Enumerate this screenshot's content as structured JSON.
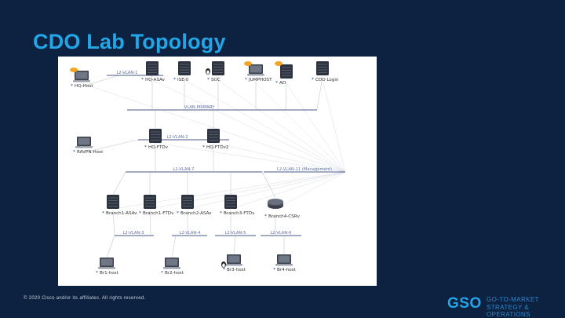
{
  "slide": {
    "title": "CDO Lab Topology",
    "footer": "© 2020 Cisco and/or its affiliates. All rights reserved.",
    "logo": {
      "mark": "GSO",
      "line1": "GO-TO-MARKET",
      "line2": "STRATEGY & OPERATIONS"
    }
  },
  "topology": {
    "nodes": [
      {
        "id": "hq-host",
        "label": "HQ-Host",
        "kind": "laptop",
        "badge": true
      },
      {
        "id": "hq-asav",
        "label": "HQ-ASAv",
        "kind": "server"
      },
      {
        "id": "ise",
        "label": "ISE-0",
        "kind": "server"
      },
      {
        "id": "soc",
        "label": "SOC",
        "kind": "server",
        "linux": true
      },
      {
        "id": "jumphost",
        "label": "JUMPHOST",
        "kind": "laptop",
        "badge": true
      },
      {
        "id": "ad",
        "label": "AD",
        "kind": "server",
        "badge": true
      },
      {
        "id": "cdo-login",
        "label": "CDO Login",
        "kind": "server"
      },
      {
        "id": "hq-ftdv",
        "label": "HQ-FTDv",
        "kind": "server"
      },
      {
        "id": "hq-ftdv2",
        "label": "HQ-FTDv2",
        "kind": "server"
      },
      {
        "id": "ravpn-host",
        "label": "RAVPN-Host",
        "kind": "laptop"
      },
      {
        "id": "branch1-asav",
        "label": "Branch1-ASAv",
        "kind": "server"
      },
      {
        "id": "branch1-ftdv",
        "label": "Branch1-FTDv",
        "kind": "server"
      },
      {
        "id": "branch2-asav",
        "label": "Branch2-ASAv",
        "kind": "server"
      },
      {
        "id": "branch3-ftdv",
        "label": "Branch3-FTDv",
        "kind": "server"
      },
      {
        "id": "branch4-csrv",
        "label": "Branch4-CSRv",
        "kind": "router"
      },
      {
        "id": "br1-host",
        "label": "Br1-host",
        "kind": "laptop"
      },
      {
        "id": "br2-host",
        "label": "Br2-host",
        "kind": "laptop"
      },
      {
        "id": "br3-host",
        "label": "Br3-host",
        "kind": "laptop",
        "linux": true
      },
      {
        "id": "br4-host",
        "label": "Br4-host",
        "kind": "laptop"
      }
    ],
    "buses": [
      {
        "id": "l2-vlan-1",
        "label": "L2-VLAN-1"
      },
      {
        "id": "vlan-primary",
        "label": "VLAN-PRIMARY"
      },
      {
        "id": "l2-vlan-2",
        "label": "L2-VLAN-2"
      },
      {
        "id": "l2-vlan-7",
        "label": "L2-VLAN-7"
      },
      {
        "id": "l2-vlan-11",
        "label": "L2-VLAN-11 (Management)"
      },
      {
        "id": "l2-vlan-3",
        "label": "L2-VLAN-3"
      },
      {
        "id": "l2-vlan-4",
        "label": "L2-VLAN-4"
      },
      {
        "id": "l2-vlan-5",
        "label": "L2-VLAN-5"
      },
      {
        "id": "l2-vlan-6",
        "label": "L2-VLAN-6"
      }
    ]
  }
}
